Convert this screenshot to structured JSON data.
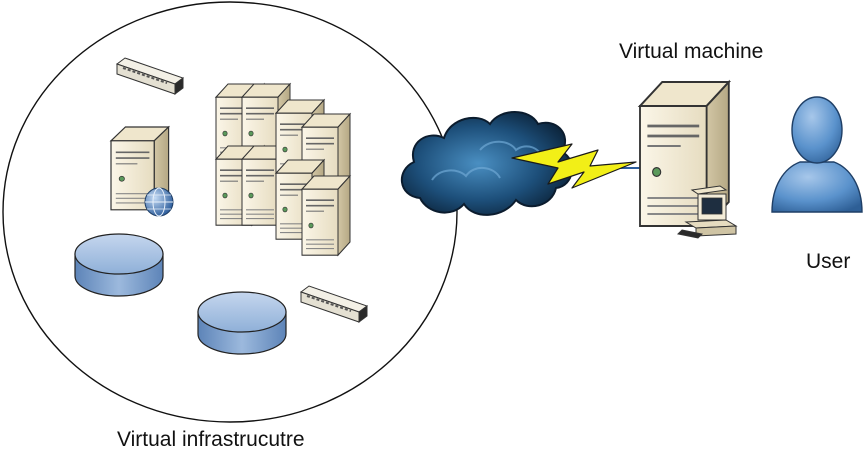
{
  "labels": {
    "virtual_machine": "Virtual machine",
    "user": "User",
    "virtual_infrastructure": "Virtual infrastrucutre"
  },
  "colors": {
    "server_light": "#f3ecd8",
    "server_mid": "#ddd2b4",
    "server_dark": "#b8ab8a",
    "cloud_dark": "#0e2a45",
    "cloud_light": "#3f86b8",
    "lightning": "#f2ef17",
    "user_blue": "#4e86bf",
    "disk_blue": "#8fb0d8"
  }
}
